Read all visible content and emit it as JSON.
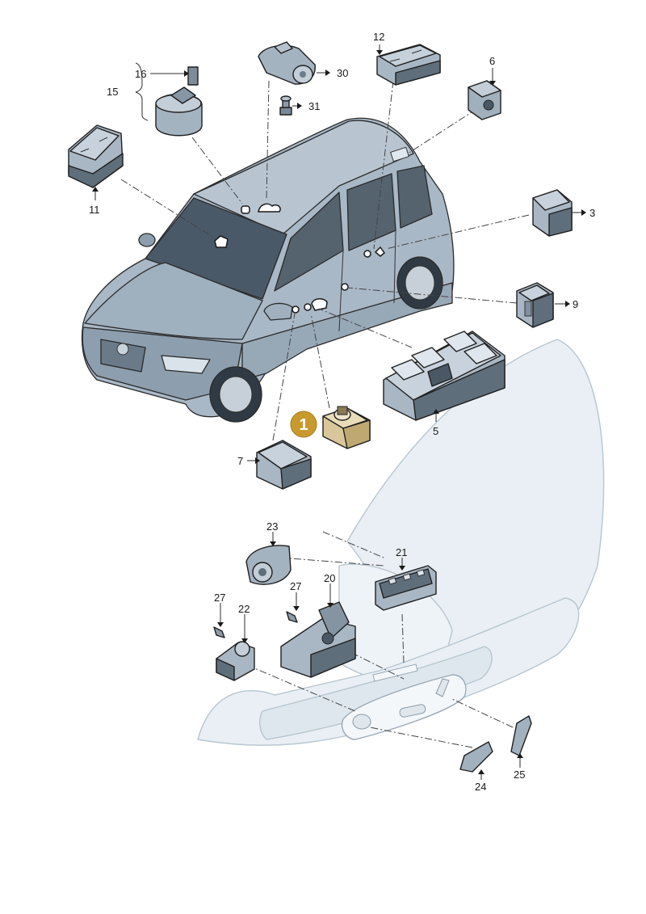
{
  "diagram": {
    "callouts": [
      {
        "id": "1",
        "label": "1",
        "color": "#c89a2e"
      },
      {
        "id": "3",
        "label": "3"
      },
      {
        "id": "5",
        "label": "5"
      },
      {
        "id": "6",
        "label": "6"
      },
      {
        "id": "7",
        "label": "7"
      },
      {
        "id": "9",
        "label": "9"
      },
      {
        "id": "11",
        "label": "11"
      },
      {
        "id": "12",
        "label": "12"
      },
      {
        "id": "15",
        "label": "15"
      },
      {
        "id": "16",
        "label": "16"
      },
      {
        "id": "20",
        "label": "20"
      },
      {
        "id": "21",
        "label": "21"
      },
      {
        "id": "22",
        "label": "22"
      },
      {
        "id": "23",
        "label": "23"
      },
      {
        "id": "24",
        "label": "24"
      },
      {
        "id": "25",
        "label": "25"
      },
      {
        "id": "27a",
        "label": "27"
      },
      {
        "id": "27b",
        "label": "27"
      },
      {
        "id": "30",
        "label": "30"
      },
      {
        "id": "31",
        "label": "31"
      }
    ],
    "colors": {
      "car_body": "#a9b8c6",
      "car_shadow": "#7e8f9e",
      "glass": "#4a5967",
      "part_body": "#93a3b1",
      "part_dark": "#5d6b78",
      "seat": "#e9eff4",
      "highlight_part": "#d9c69a",
      "badge": "#c89a2e"
    }
  }
}
